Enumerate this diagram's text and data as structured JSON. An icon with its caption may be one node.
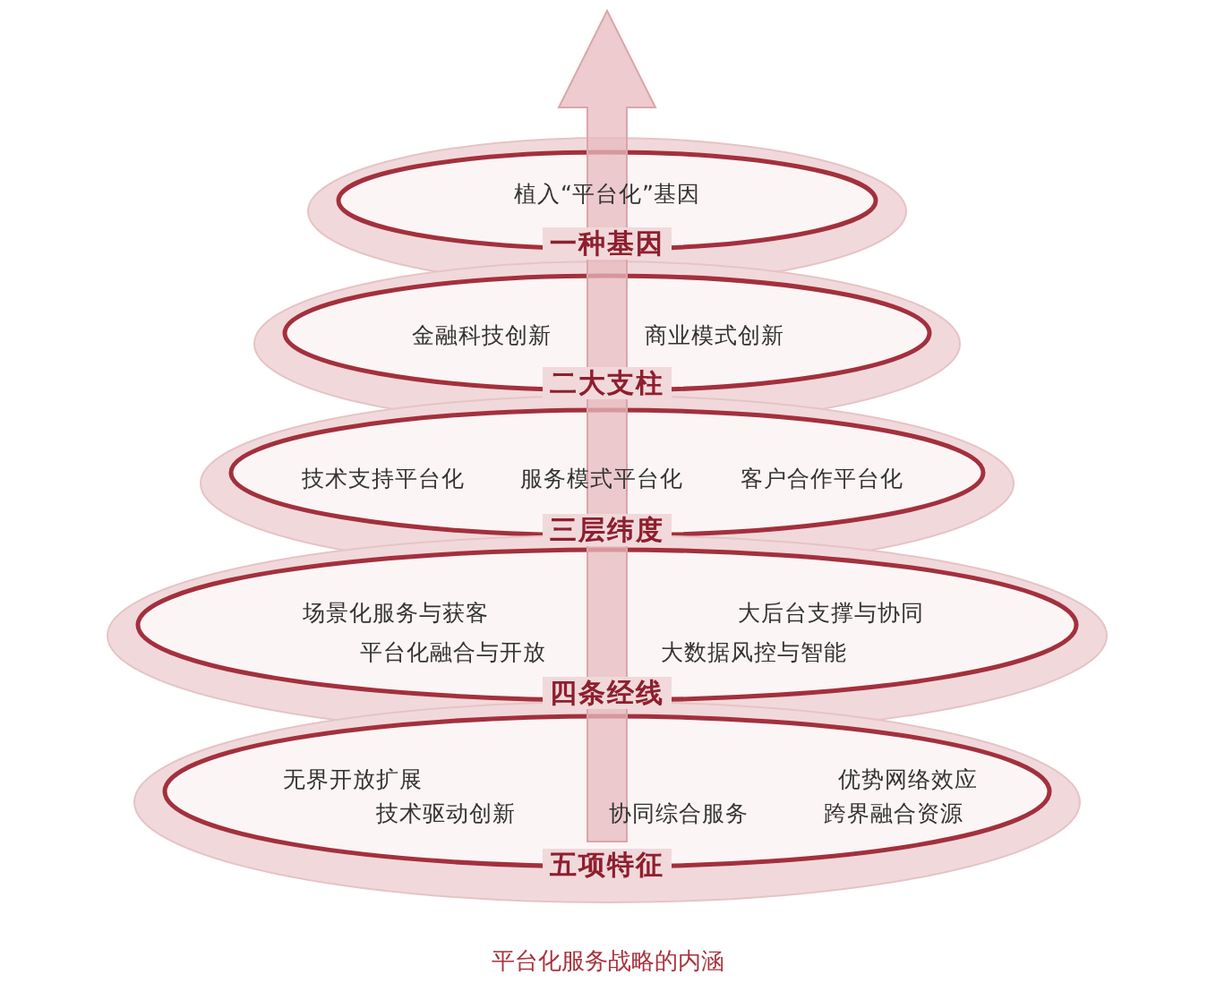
{
  "diagram": {
    "caption": "平台化服务战略的内涵",
    "nodes": [
      {
        "text": [
          "植入“平台化”基因",
          "一种基因"
        ]
      },
      {
        "text": [
          "金融科技创新",
          "商业模式创新",
          "二大支柱"
        ]
      },
      {
        "text": [
          "技术支持平台化",
          "服务模式平台化",
          "客户合作平台化",
          "三层纬度"
        ]
      },
      {
        "text": [
          "场景化服务与获客",
          "大后台支撑与协同",
          "平台化融合与开放",
          "大数据风控与智能",
          "四条经线"
        ]
      },
      {
        "text": [
          "无界开放扩展",
          "优势网络效应",
          "技术驱动创新",
          "协同综合服务",
          "跨界融合资源",
          "五项特征"
        ]
      }
    ]
  }
}
